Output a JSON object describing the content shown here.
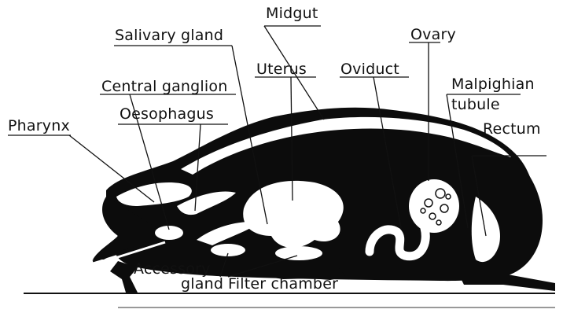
{
  "labels": {
    "midgut": "Midgut",
    "salivary_gland": "Salivary gland",
    "ovary": "Ovary",
    "uterus": "Uterus",
    "oviduct": "Oviduct",
    "central_ganglion": "Central ganglion",
    "malpighian": "Malpighian",
    "tubule": "tubule",
    "oesophagus": "Oesophagus",
    "pharynx": "Pharynx",
    "rectum": "Rectum",
    "accessory": "Accessory",
    "gland": "gland",
    "filter_chamber": "Filter chamber"
  },
  "colors": {
    "ink": "#0c0c0c",
    "paper": "#ffffff"
  }
}
